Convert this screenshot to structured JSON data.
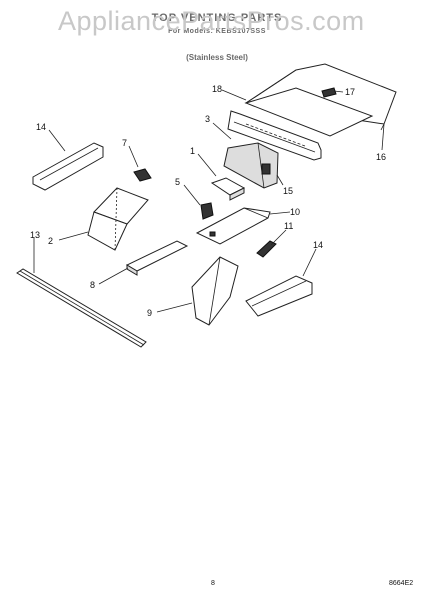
{
  "watermark": "AppliancePartsPros.com",
  "header": {
    "title": "TOP VENTING PARTS",
    "parts_for": "For Models: KEBS107SSS",
    "finish": "(Stainless Steel)"
  },
  "callouts": {
    "c1": "1",
    "c2": "2",
    "c3": "3",
    "c5": "5",
    "c7": "7",
    "c8": "8",
    "c9": "9",
    "c10": "10",
    "c11": "11",
    "c13": "13",
    "c14a": "14",
    "c14b": "14",
    "c15": "15",
    "c16": "16",
    "c17": "17",
    "c18": "18"
  },
  "footer": {
    "page": "8",
    "code": "8664E2"
  }
}
